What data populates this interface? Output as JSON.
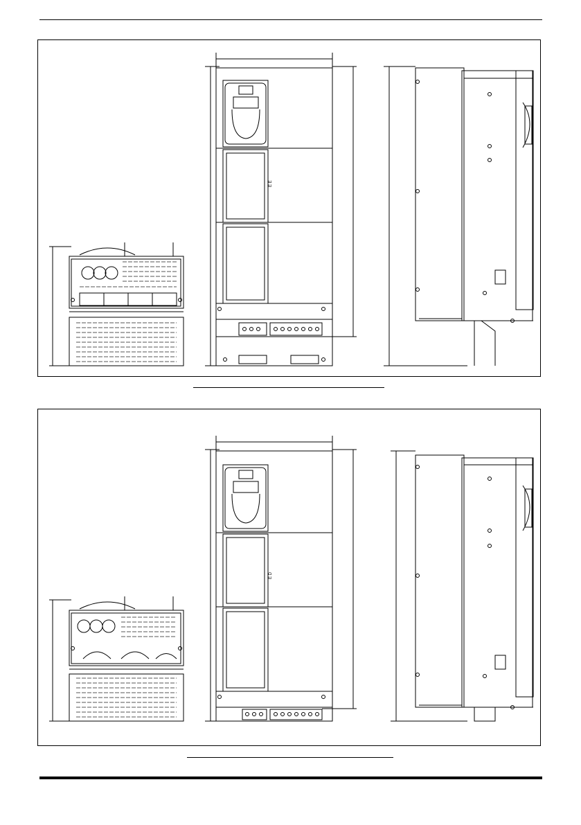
{
  "page": {
    "header_rule": true,
    "footer_rule": true
  },
  "figures": [
    {
      "id": "figure-1",
      "views": [
        "bottom-view",
        "front-view",
        "side-view"
      ],
      "front_label_marks": "E E",
      "caption": ""
    },
    {
      "id": "figure-2",
      "views": [
        "bottom-view",
        "front-view",
        "side-view"
      ],
      "front_label_marks": "E D",
      "caption": ""
    }
  ],
  "colors": {
    "line": "#000000",
    "background": "#ffffff",
    "grille": "#555555"
  }
}
